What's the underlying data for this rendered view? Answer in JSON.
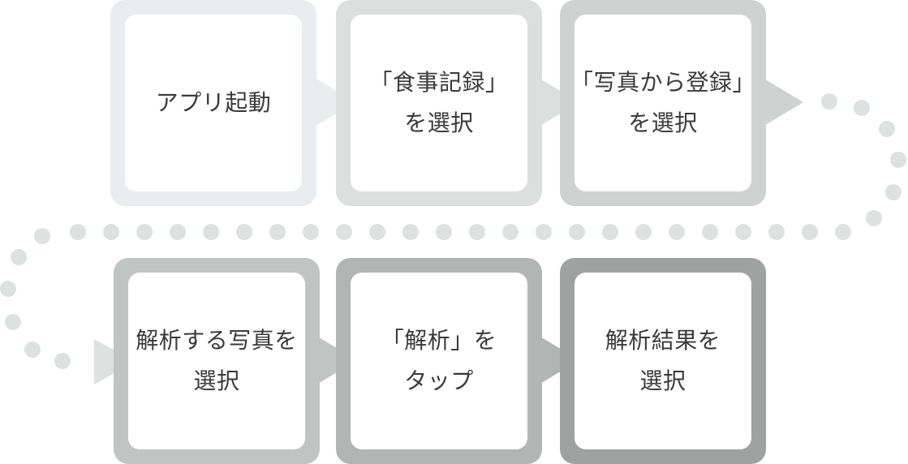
{
  "steps": [
    {
      "lines": [
        "アプリ起動"
      ],
      "color": "#e9eded"
    },
    {
      "lines": [
        "「食事記録」",
        "を選択"
      ],
      "color": "#dbe0df"
    },
    {
      "lines": [
        "「写真から登録」",
        "を選択"
      ],
      "color": "#ced3d2"
    },
    {
      "lines": [
        "解析する写真を",
        "選択"
      ],
      "color": "#c0c5c4"
    },
    {
      "lines": [
        "「解析」を",
        "タップ"
      ],
      "color": "#b1b5b4"
    },
    {
      "lines": [
        "解析結果を",
        "選択"
      ],
      "color": "#9ea2a1"
    }
  ],
  "colors": {
    "dots": "#dde2e1",
    "arrow_return": "#dde2e1"
  }
}
